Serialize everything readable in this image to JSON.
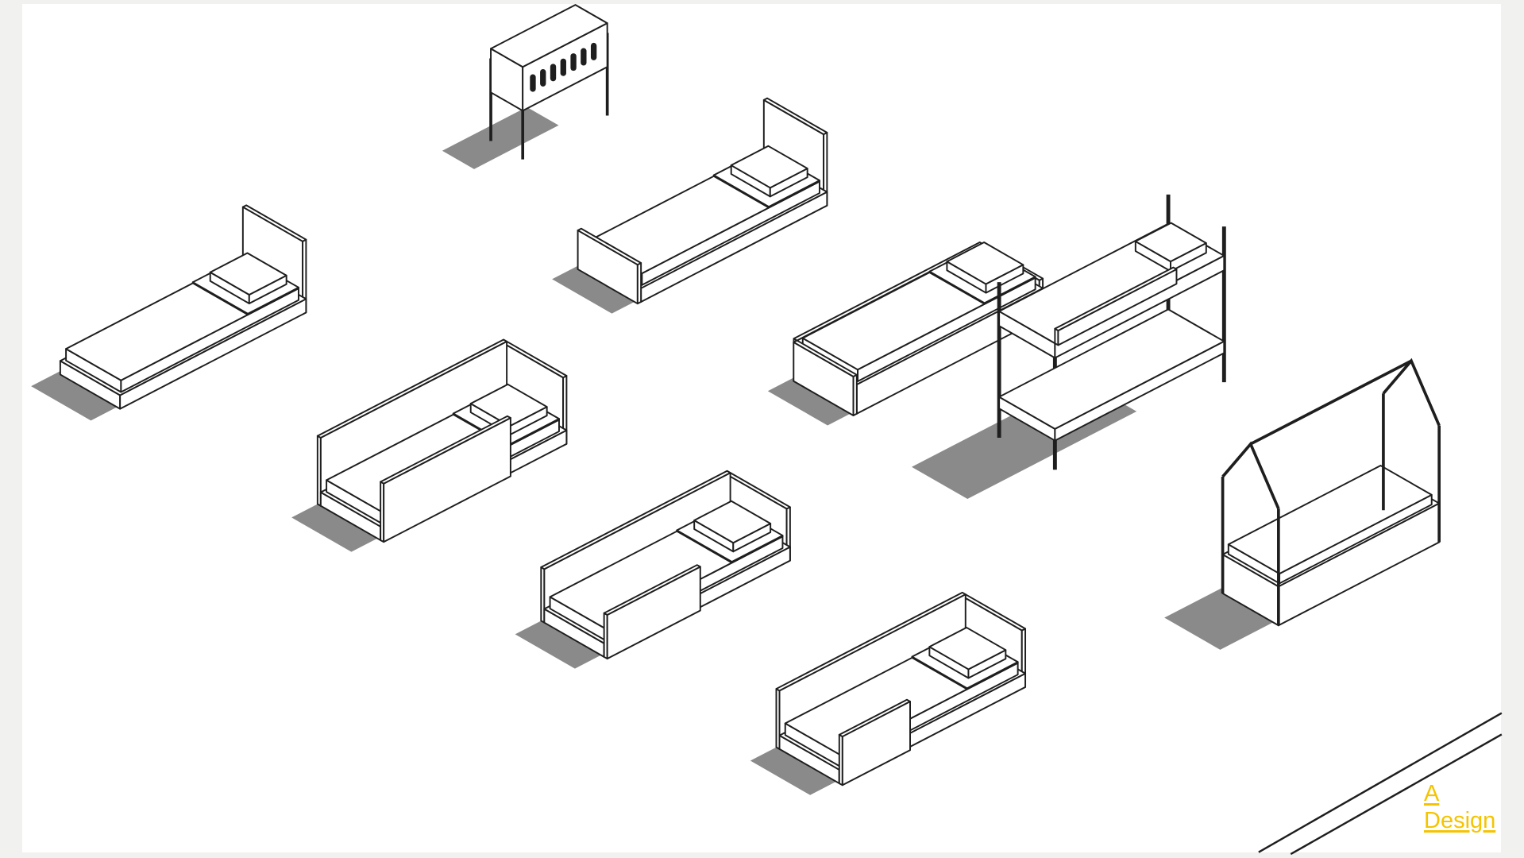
{
  "logo": {
    "line1": "A",
    "line2": "Design",
    "color": "#f5c400"
  },
  "colors": {
    "line": "#1e1e1e",
    "shadow": "#8a8a8a",
    "background": "#ffffff",
    "margin": "#f1f1f0"
  },
  "beds": [
    {
      "type": "crib"
    },
    {
      "type": "sleigh-bed"
    },
    {
      "type": "arched-headboard-bed"
    },
    {
      "type": "railed-bed-with-trundle"
    },
    {
      "type": "bunk-bed"
    },
    {
      "type": "box-sided-bed"
    },
    {
      "type": "rounded-side-bed"
    },
    {
      "type": "house-frame-bed"
    },
    {
      "type": "rounded-corner-bed"
    }
  ]
}
